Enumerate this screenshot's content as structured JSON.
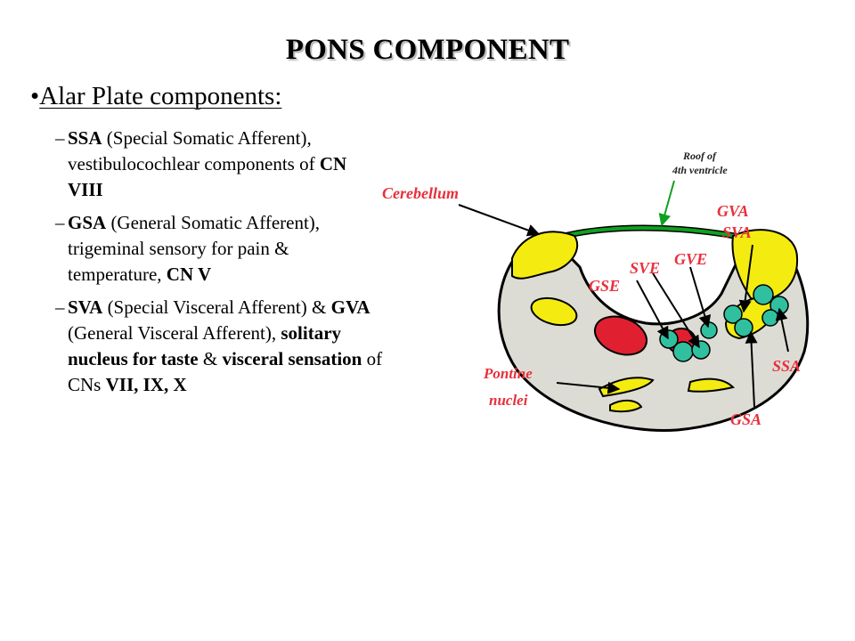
{
  "slide": {
    "title": "PONS COMPONENT",
    "bullet": {
      "marker": "•",
      "heading": "Alar Plate components:"
    },
    "items": [
      {
        "dash": "–",
        "parts": [
          {
            "text": "SSA",
            "bold": true
          },
          {
            "text": " (Special Somatic Afferent), vestibulocochlear components of ",
            "bold": false
          },
          {
            "text": "CN VIII",
            "bold": true
          }
        ]
      },
      {
        "dash": "–",
        "parts": [
          {
            "text": "GSA",
            "bold": true
          },
          {
            "text": " (General Somatic Afferent), trigeminal sensory for pain & temperature, ",
            "bold": false
          },
          {
            "text": "CN V",
            "bold": true
          }
        ]
      },
      {
        "dash": "–",
        "parts": [
          {
            "text": "SVA",
            "bold": true
          },
          {
            "text": " (Special Visceral Afferent) & ",
            "bold": false
          },
          {
            "text": "GVA",
            "bold": true
          },
          {
            "text": " (General Visceral Afferent), ",
            "bold": false
          },
          {
            "text": "solitary nucleus for taste",
            "bold": true
          },
          {
            "text": " & ",
            "bold": false
          },
          {
            "text": "visceral sensation",
            "bold": true
          },
          {
            "text": " of CNs ",
            "bold": false
          },
          {
            "text": "VII, IX, X",
            "bold": true
          }
        ]
      }
    ]
  },
  "diagram": {
    "labels": {
      "cerebellum": "Cerebellum",
      "roof_line1": "Roof of",
      "roof_line2": "4th ventricle",
      "gva": "GVA",
      "sva": "SVA",
      "gse": "GSE",
      "sve": "SVE",
      "gve": "GVE",
      "pontine_line1": "Pontine",
      "pontine_line2": "nuclei",
      "ssa": "SSA",
      "gsa": "GSA"
    },
    "colors": {
      "label": "#e8303c",
      "roof_label": "#222222",
      "tissue": "#dcdcd4",
      "outline": "#000000",
      "yellow": "#f4ec10",
      "red": "#e02030",
      "teal": "#30c0a0",
      "roof_green": "#10a020"
    }
  }
}
